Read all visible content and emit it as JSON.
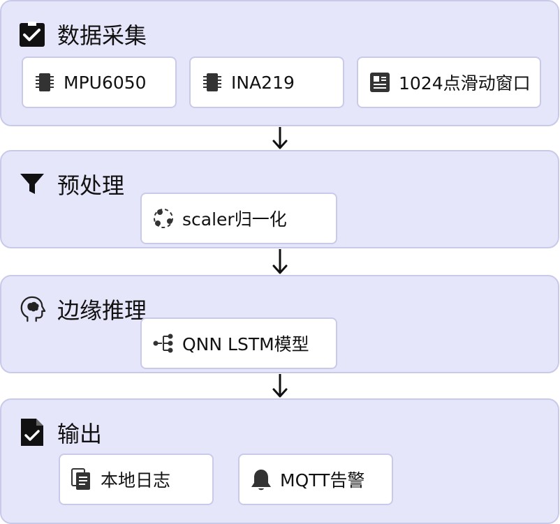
{
  "stages": [
    {
      "title": "数据采集",
      "icon": "checkbox-icon",
      "nodes": [
        {
          "label": "MPU6050",
          "icon": "chip-icon"
        },
        {
          "label": "INA219",
          "icon": "chip-icon"
        },
        {
          "label": "1024点滑动窗口",
          "icon": "newspaper-icon"
        }
      ]
    },
    {
      "title": "预处理",
      "icon": "filter-icon",
      "nodes": [
        {
          "label": "scaler归一化",
          "icon": "cycle-icon"
        }
      ]
    },
    {
      "title": "边缘推理",
      "icon": "brain-head-icon",
      "nodes": [
        {
          "label": "QNN LSTM模型",
          "icon": "tree-structure-icon"
        }
      ]
    },
    {
      "title": "输出",
      "icon": "file-check-icon",
      "nodes": [
        {
          "label": "本地日志",
          "icon": "documents-icon"
        },
        {
          "label": "MQTT告警",
          "icon": "bell-icon"
        }
      ]
    }
  ],
  "colors": {
    "stage_fill": "#e6e6fa",
    "stage_border": "#c9c9ea",
    "node_fill": "#ffffff",
    "icon": "#222222",
    "arrow": "#111111"
  }
}
